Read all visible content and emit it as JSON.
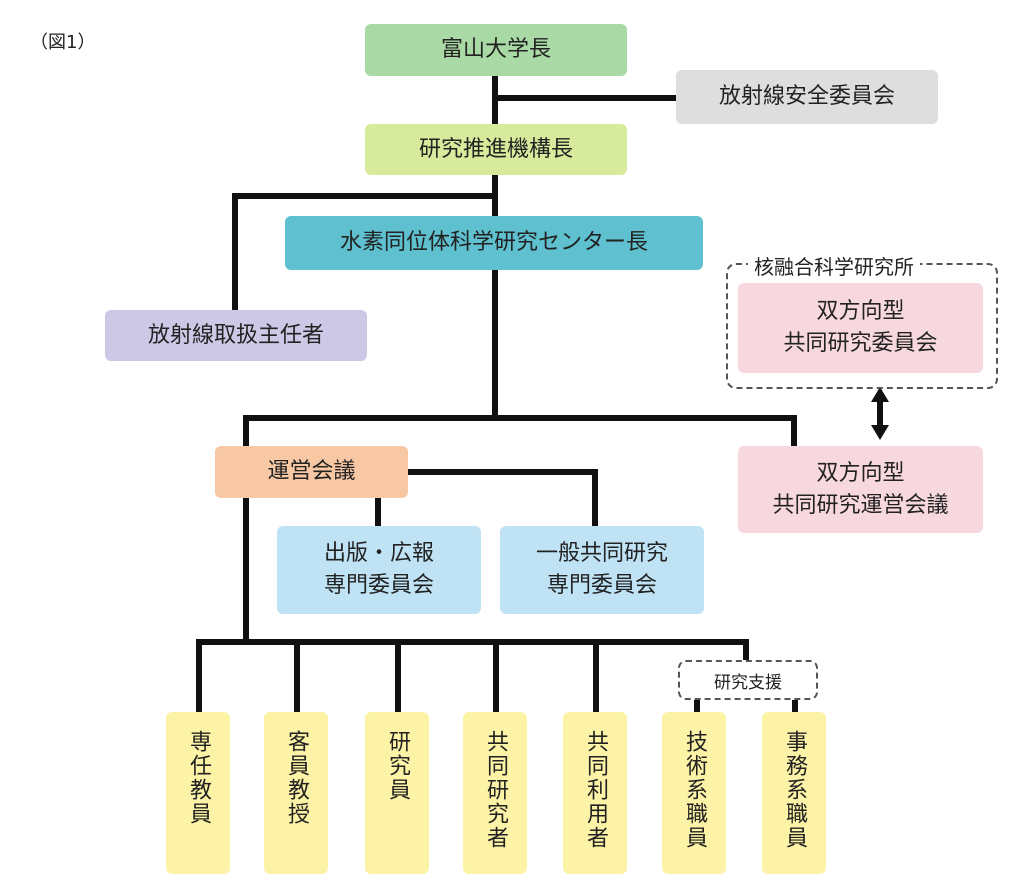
{
  "figure_label": "（図1）",
  "nodes": {
    "president": "富山大学長",
    "radiation_committee": "放射線安全委員会",
    "research_org_head": "研究推進機構長",
    "center_head": "水素同位体科学研究センター長",
    "radiation_supervisor": "放射線取扱主任者",
    "nifs_label": "核融合科学研究所",
    "bidirectional_committee": "双方向型\n共同研究委員会",
    "bidirectional_council": "双方向型\n共同研究運営会議",
    "steering_council": "運営会議",
    "publication_committee": "出版・広報\n専門委員会",
    "general_research_committee": "一般共同研究\n専門委員会",
    "research_support": "研究支援"
  },
  "members": [
    "専任教員",
    "客員教授",
    "研究員",
    "共同研究者",
    "共同利用者",
    "技術系職員",
    "事務系職員"
  ],
  "colors": {
    "president": "#a9d9a4",
    "committee": "#dedede",
    "research_org": "#d8ea9c",
    "center": "#5fc0d0",
    "supervisor": "#cdc8e6",
    "bidirectional": "#f8d8df",
    "steering": "#f8c7a4",
    "subcommittee": "#bfe3f5",
    "member": "#fdf3a6",
    "line": "#111111"
  }
}
